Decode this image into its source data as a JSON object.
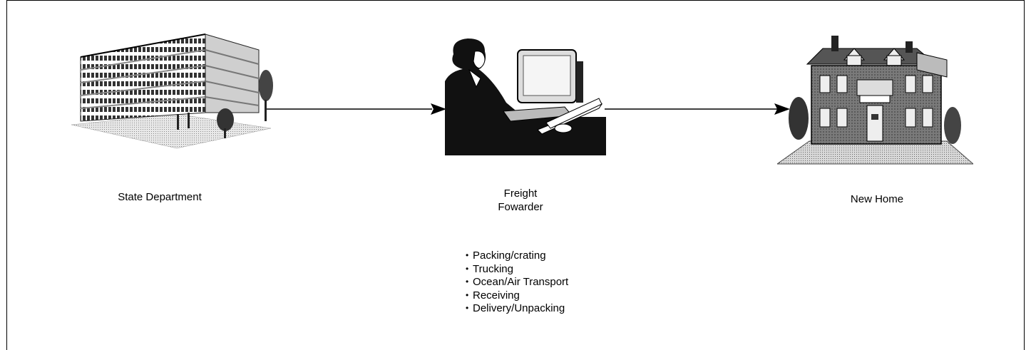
{
  "nodes": [
    {
      "id": "state-department",
      "label": "State Department",
      "icon": "office-building-icon"
    },
    {
      "id": "freight-forwarder",
      "label_line1": "Freight",
      "label_line2": "Fowarder",
      "icon": "person-at-computer-icon"
    },
    {
      "id": "new-home",
      "label": "New Home",
      "icon": "house-icon"
    }
  ],
  "edges": [
    {
      "from": "state-department",
      "to": "freight-forwarder"
    },
    {
      "from": "freight-forwarder",
      "to": "new-home"
    }
  ],
  "services": [
    "Packing/crating",
    "Trucking",
    "Ocean/Air Transport",
    "Receiving",
    "Delivery/Unpacking"
  ]
}
